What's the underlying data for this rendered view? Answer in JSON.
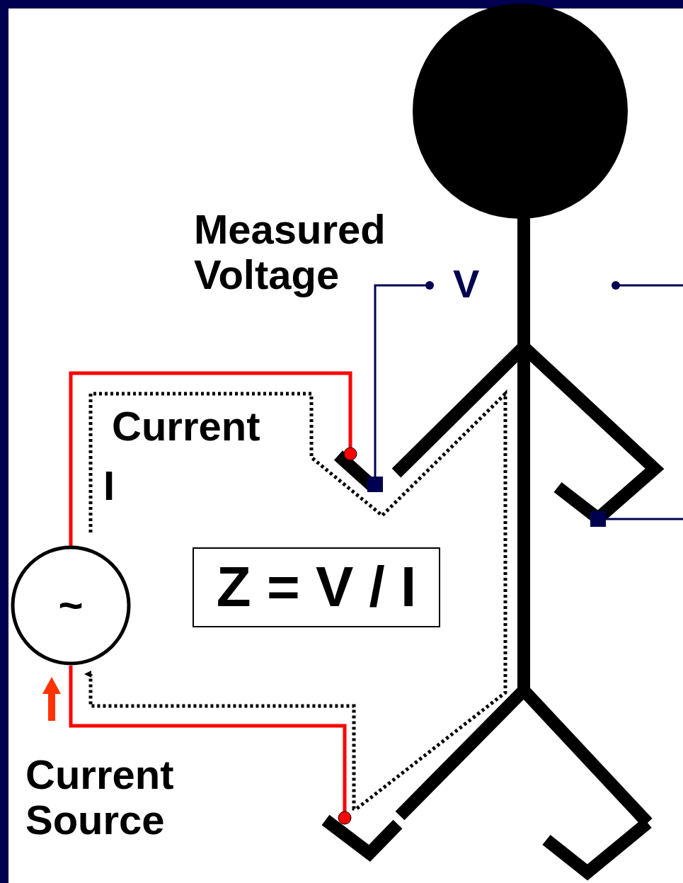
{
  "diagram": {
    "nodes": [
      {
        "text": [
          "~"
        ]
      },
      {
        "text": [
          "Z = V / I"
        ]
      }
    ],
    "labels": [
      "Measured Voltage",
      "V",
      "Current",
      "I",
      "Current Source"
    ]
  }
}
